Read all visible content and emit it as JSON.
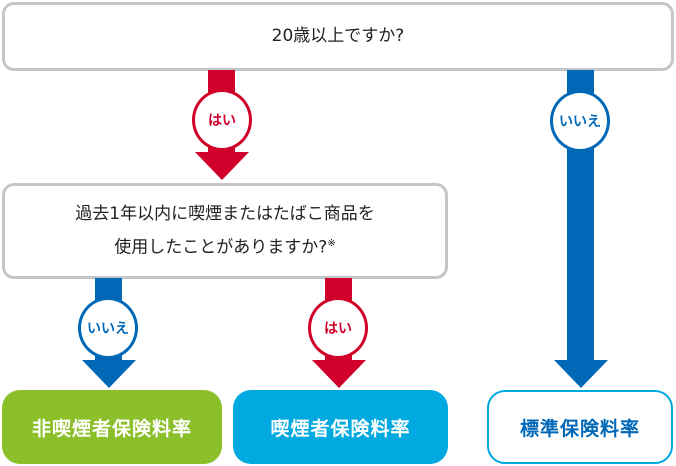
{
  "q1": {
    "text": "20歳以上ですか?"
  },
  "q2": {
    "line1": "過去1年以内に喫煙またはたばこ商品を",
    "line2": "使用したことがありますか?",
    "note_mark": "※"
  },
  "answers": {
    "yes": "はい",
    "no": "いいえ"
  },
  "results": {
    "non_smoker": "非喫煙者保険料率",
    "smoker": "喫煙者保険料率",
    "standard": "標準保険料率"
  },
  "colors": {
    "yes": "#d0002b",
    "no": "#0068b7",
    "non_smoker": "#8cc02a",
    "smoker": "#00a9e0",
    "standard_border": "#00a9e0",
    "box_border": "#c4c6c9"
  }
}
